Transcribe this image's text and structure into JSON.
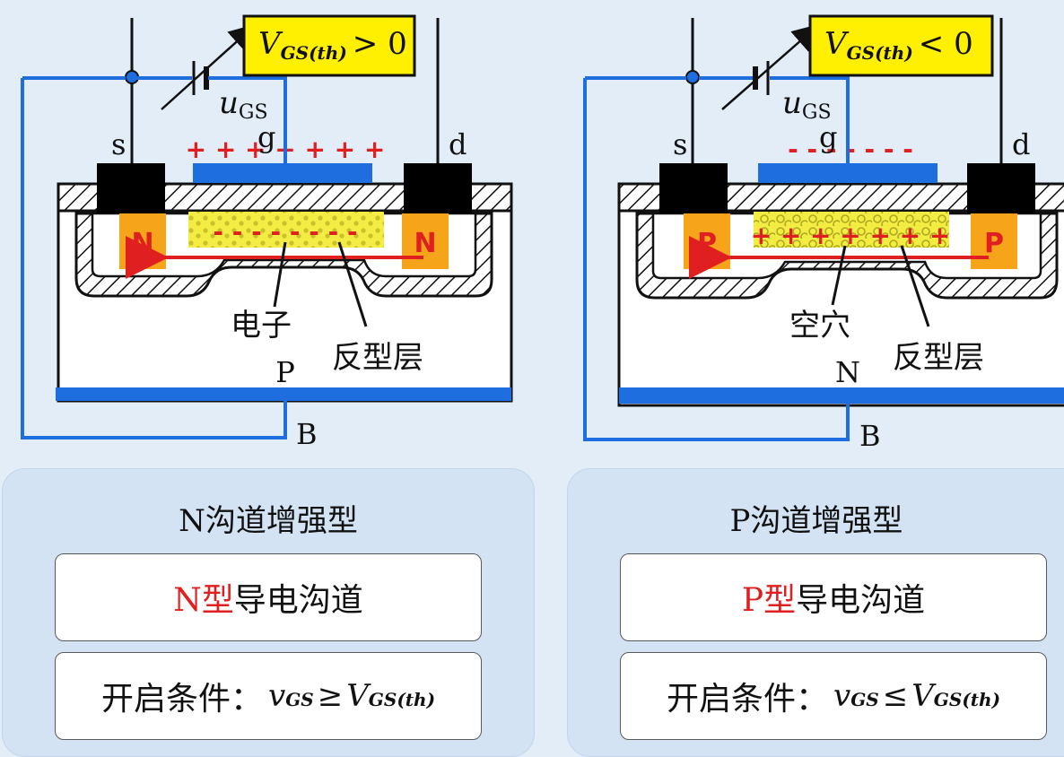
{
  "left": {
    "voltage_box": {
      "v": "V",
      "sub": "GS(th)",
      "rel": "> 0"
    },
    "ugs": {
      "u": "u",
      "sub": "GS"
    },
    "terminals": {
      "s": "s",
      "g": "g",
      "d": "d",
      "b": "B",
      "substrate": "P"
    },
    "region_letter": "N",
    "gate_charge": "+ + + + + + +",
    "channel_charge": "- - - - - - - -",
    "callout_carrier": "电子",
    "callout_layer": "反型层",
    "card": {
      "title": "N沟道增强型",
      "channel_prefix": "N型",
      "channel_suffix": "导电沟道",
      "cond_label": "开启条件：",
      "cond_v": "v",
      "cond_vsub": "GS",
      "cond_op": "≥",
      "cond_V": "V",
      "cond_Vsub": "GS(th)"
    }
  },
  "right": {
    "voltage_box": {
      "v": "V",
      "sub": "GS(th)",
      "rel": "< 0"
    },
    "ugs": {
      "u": "u",
      "sub": "GS"
    },
    "terminals": {
      "s": "s",
      "g": "g",
      "d": "d",
      "b": "B",
      "substrate": "N"
    },
    "region_letter": "P",
    "gate_charge": "- - - - - - -",
    "channel_charge": "+ + + + + + +",
    "callout_carrier": "空穴",
    "callout_layer": "反型层",
    "card": {
      "title": "P沟道增强型",
      "channel_prefix": "P型",
      "channel_suffix": "导电沟道",
      "cond_label": "开启条件：",
      "cond_v": "v",
      "cond_vsub": "GS",
      "cond_op": "≤",
      "cond_V": "V",
      "cond_Vsub": "GS(th)"
    }
  },
  "colors": {
    "background": "#e3edf8",
    "wire_blue": "#1e6ee0",
    "gate_blue": "#1e6ee0",
    "region_orange": "#f6a419",
    "channel_yellow": "#f2ec43",
    "box_yellow": "#ffef00",
    "charge_red": "#e02020"
  }
}
